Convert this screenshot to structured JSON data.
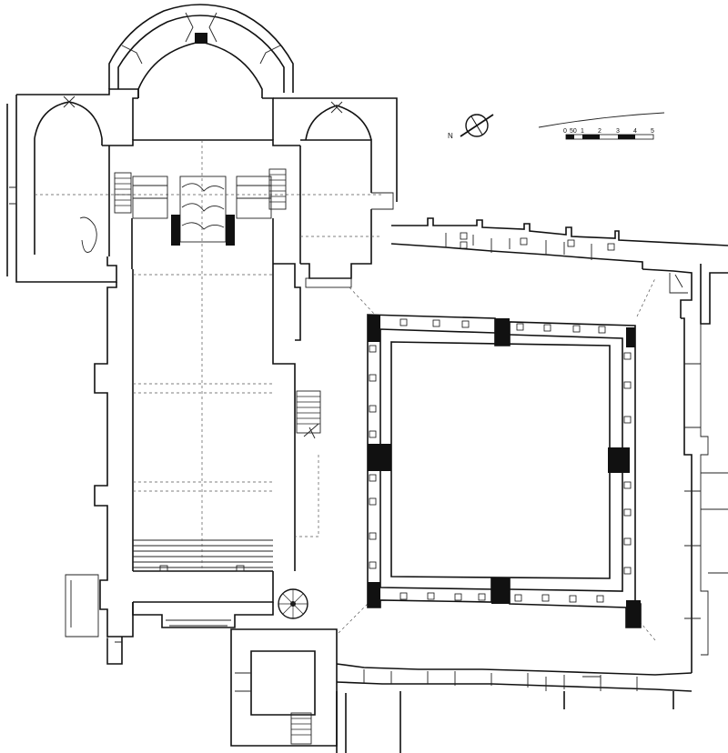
{
  "scale_bar": {
    "labels": [
      "0",
      "50",
      "1",
      "2",
      "3",
      "4",
      "5"
    ]
  },
  "icons": {
    "north_arrow": "north-arrow-icon"
  }
}
